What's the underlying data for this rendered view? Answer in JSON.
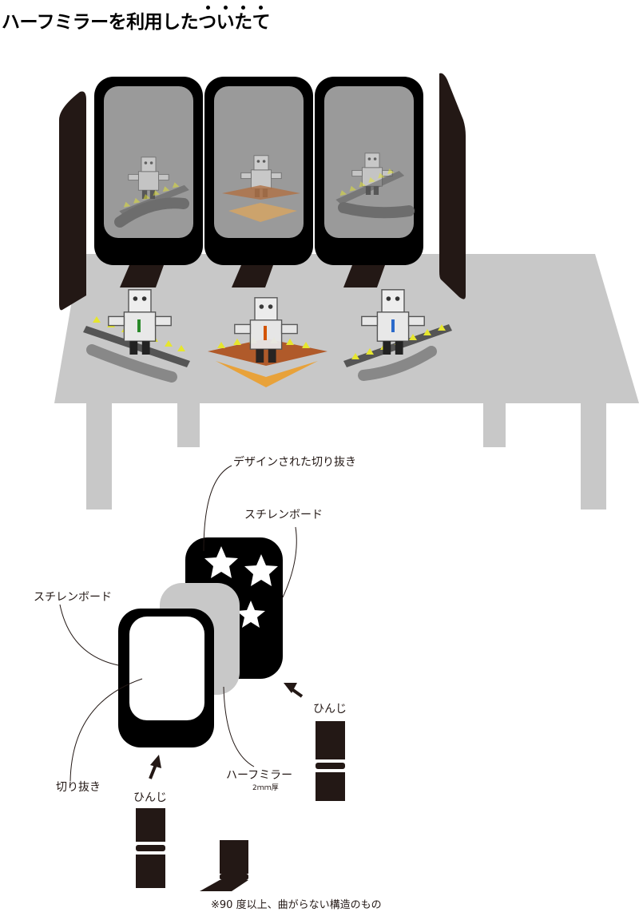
{
  "title": "ハーフミラーを利用したついたて",
  "labels": {
    "designed_cutout": "デザインされた切り抜き",
    "styrene_board_back": "スチレンボード",
    "styrene_board_front": "スチレンボード",
    "cutout": "切り抜き",
    "half_mirror": "ハーフミラー",
    "half_mirror_thickness": "2ｍｍ厚",
    "hinge_left": "ひんじ",
    "hinge_right": "ひんじ",
    "note": "※90 度以上、曲がらない構造のもの"
  },
  "colors": {
    "panel": "#000000",
    "mirror": "#c8c8c8",
    "table": "#c8c8c8",
    "hinge": "#231815",
    "accent_orange": "#e8a23a",
    "accent_yellow": "#e6e62e"
  }
}
